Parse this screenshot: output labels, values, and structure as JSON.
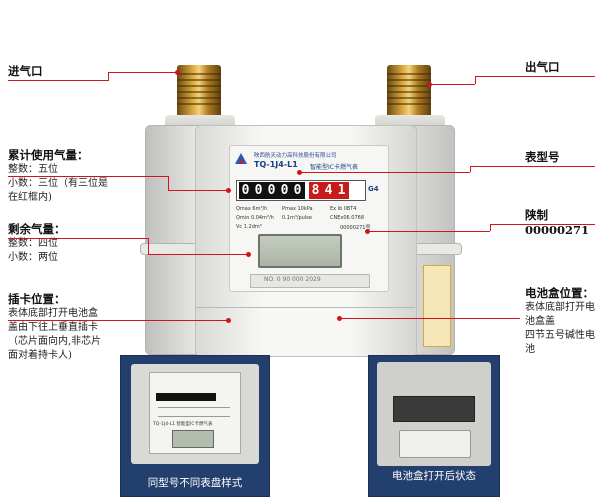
{
  "labels": {
    "inlet": "进气口",
    "outlet": "出气口",
    "cumulative": {
      "title": "累计使用气量：",
      "lines": [
        "整数：五位",
        "小数：三位（有三位是",
        "在红框内)"
      ]
    },
    "model_number": "表型号",
    "manufacturing_license": "陕制 00000271",
    "remaining": {
      "title": "剩余气量：",
      "lines": [
        "整数：四位",
        "小数：两位"
      ]
    },
    "card_slot": {
      "title": "插卡位置：",
      "lines": [
        "表体底部打开电池盒",
        "盖由下往上垂直插卡",
        "（芯片面向内,非芯片",
        "面对着持卡人)"
      ]
    },
    "battery_box": {
      "title": "电池盒位置：",
      "lines": [
        "表体底部打开电",
        "池盒盖",
        "四节五号碱性电",
        "池"
      ]
    }
  },
  "meter": {
    "company": "陕西航天动力高科技股份有限公司",
    "model": "TQ-1J4-L1",
    "type_name": "智能型IC卡燃气表",
    "counter_black_digits": [
      "0",
      "0",
      "0",
      "0",
      "0"
    ],
    "counter_red_digits": [
      "8",
      "4",
      "1"
    ],
    "counter_size": "G4",
    "specs": [
      "Qmax 6m³/h",
      "Pmax 10kPa",
      "Qmin 0.04m³/h",
      "0.1m³/pulse",
      "Vc 1.2dm³",
      "Ex ib IIBT4",
      "CNEx06.0768"
    ],
    "license_small": "00000271号",
    "bottom_code": "NO. 0 90 000 2029"
  },
  "insets": {
    "left_caption": "同型号不同表盘样式",
    "right_caption": "电池盒打开后状态",
    "left_model_text": "TQ-1J4-L1 智能型IC卡燃气表"
  },
  "colors": {
    "leader": "#d4141c",
    "inset_bg": "#233f6e"
  }
}
